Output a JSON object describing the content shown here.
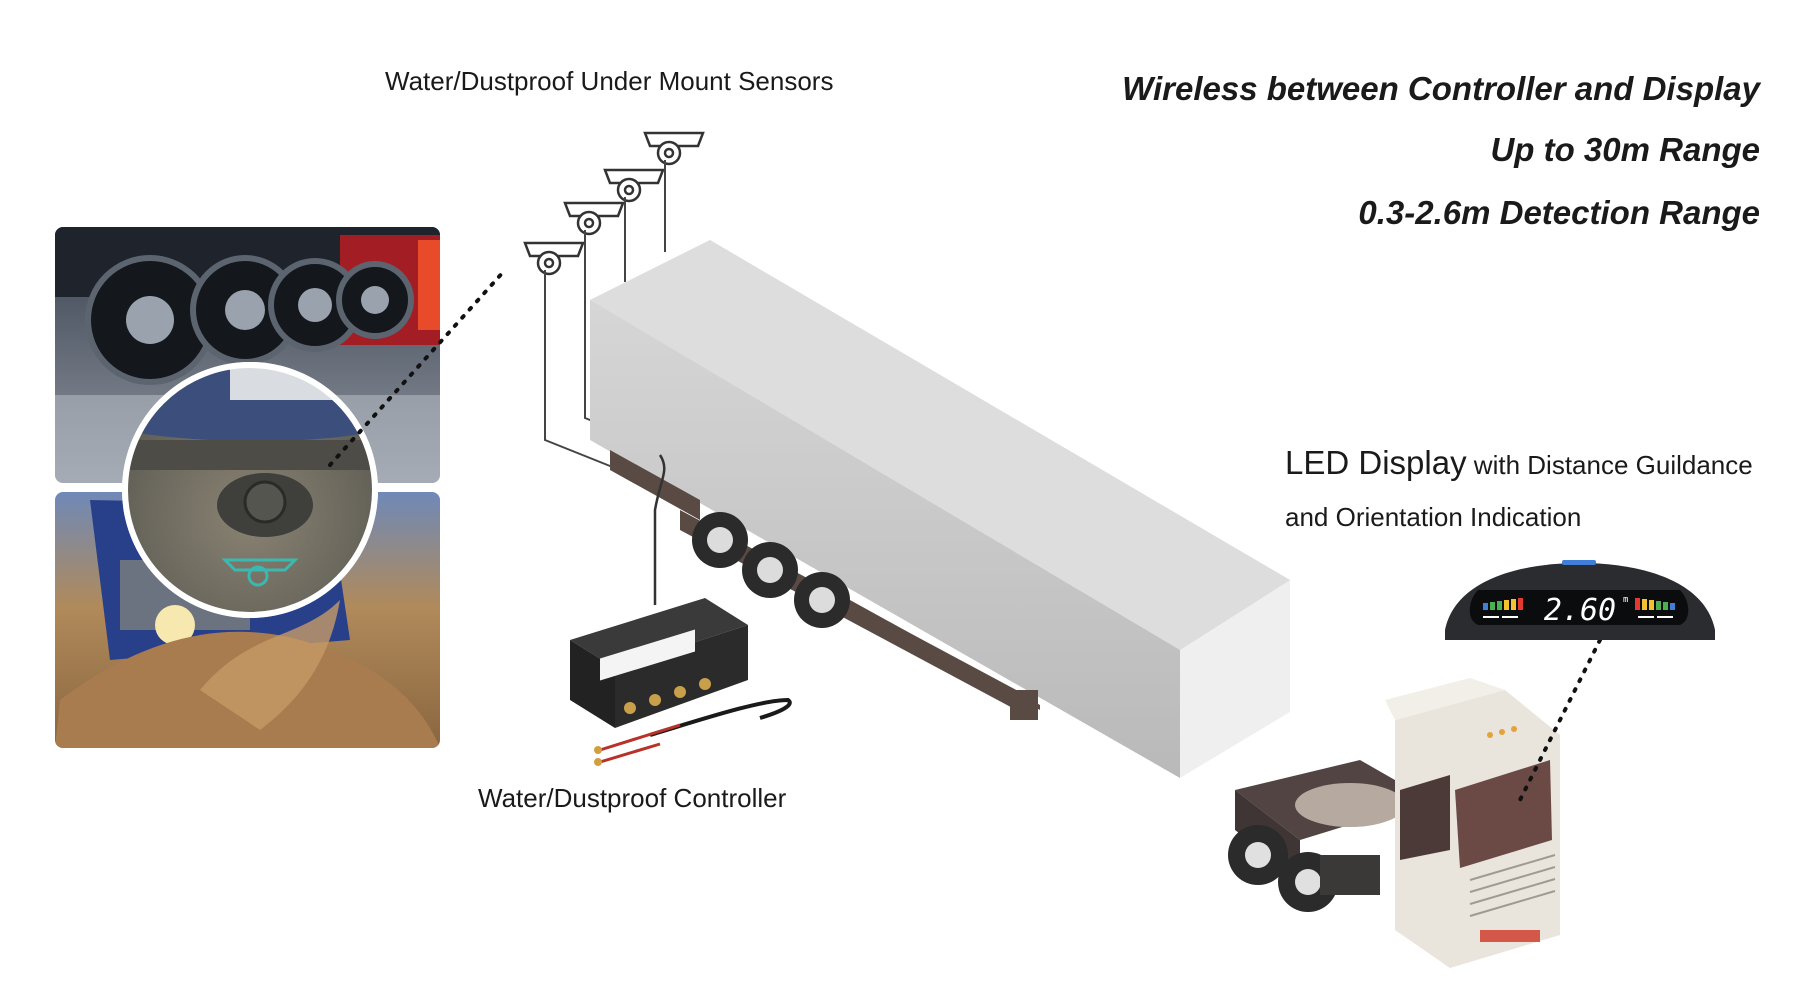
{
  "captions": {
    "sensors": "Water/Dustproof Under Mount Sensors",
    "controller": "Water/Dustproof Controller"
  },
  "features": [
    "Wireless between Controller and Display",
    "Up to 30m Range",
    "0.3-2.6m Detection Range"
  ],
  "led_display": {
    "title_large": "LED Display",
    "title_small": " with Distance Guildance",
    "line2": "and Orientation Indication",
    "reading": "2.60",
    "unit": "m"
  },
  "colors": {
    "trailer_body": "#c9c9c9",
    "trailer_shadow": "#a9a9a9",
    "trailer_end": "#ececec",
    "display_body": "#2a2c30",
    "led_red": "#e23a2e",
    "led_yellow": "#f2c230",
    "led_green": "#4caf50",
    "led_blue": "#3f7fd8",
    "sensor_glow": "#3bb8b0",
    "cab": "#e9e4dc"
  }
}
